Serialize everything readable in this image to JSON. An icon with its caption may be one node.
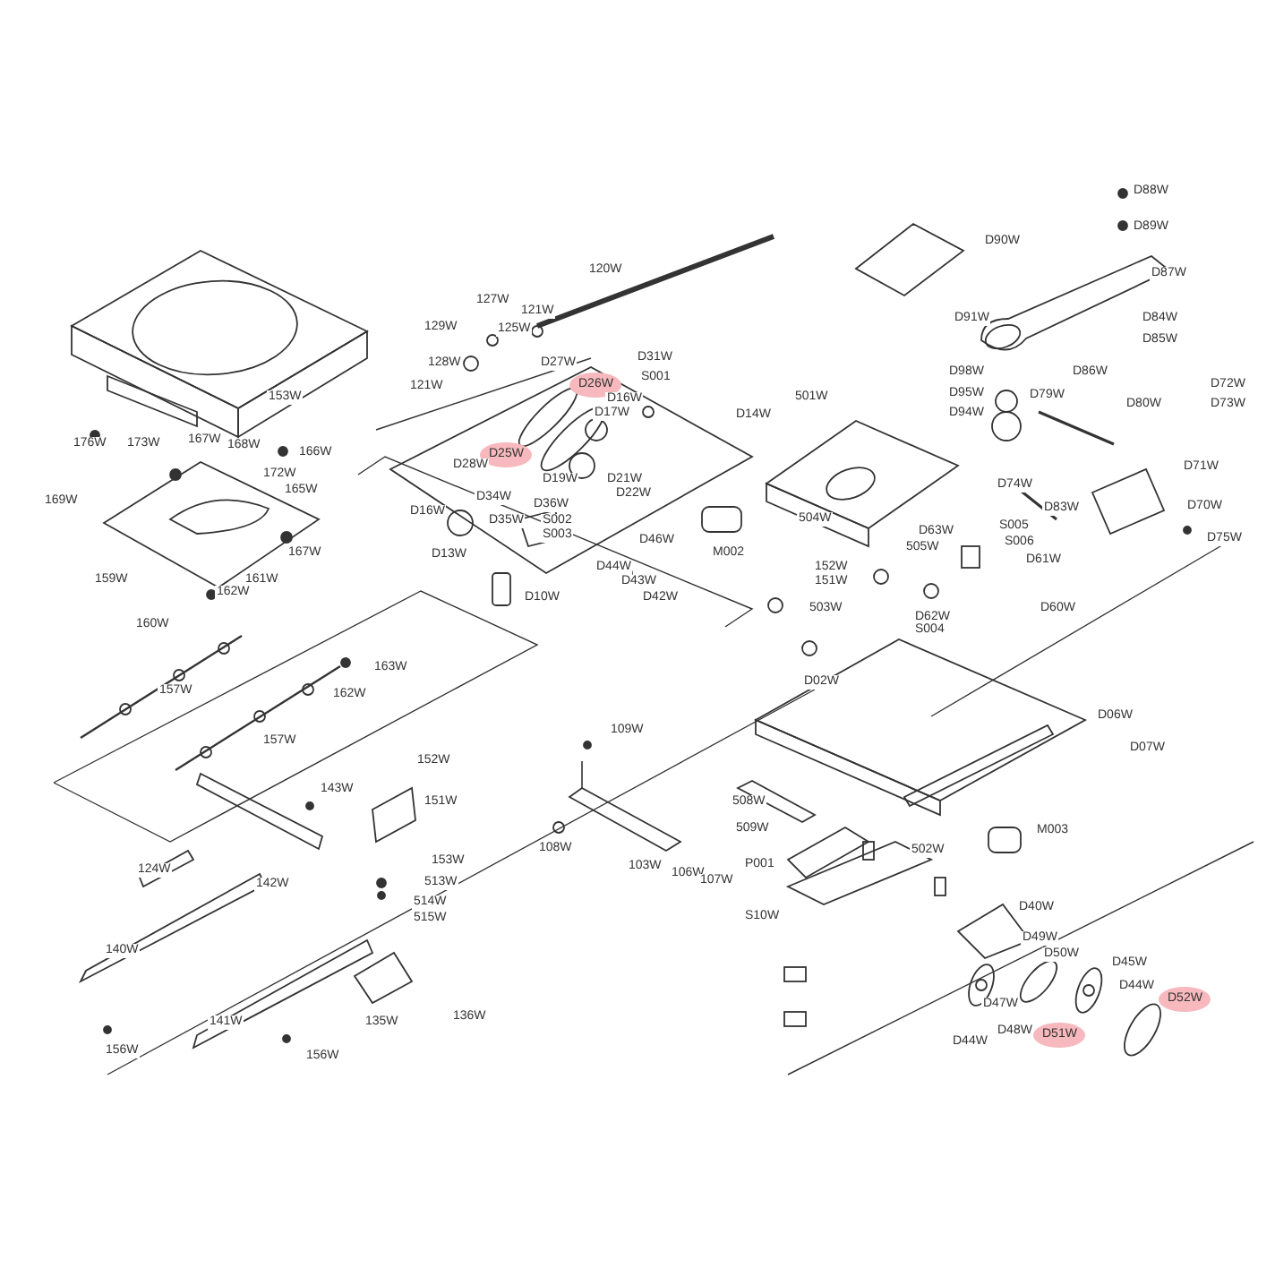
{
  "diagram": {
    "nodes": [
      {
        "text": [
          "D26W"
        ]
      },
      {
        "text": [
          "D25W"
        ]
      },
      {
        "text": [
          "D52W"
        ]
      },
      {
        "text": [
          "D51W"
        ]
      }
    ],
    "labels": [
      "D88W",
      "120W",
      "D89W",
      "D90W",
      "127W",
      "D87W",
      "121W",
      "D91W",
      "129W",
      "125W",
      "D84W",
      "D31W",
      "D27W",
      "128W",
      "D85W",
      "D98W",
      "S001",
      "D86W",
      "121W",
      "D72W",
      "D16W",
      "D95W",
      "D79W",
      "D73W",
      "153W",
      "D17W",
      "D14W",
      "D80W",
      "D94W",
      "501W",
      "176W",
      "173W",
      "167W",
      "168W",
      "166W",
      "D28W",
      "D71W",
      "D19W",
      "D21W",
      "D74W",
      "172W",
      "D22W",
      "D34W",
      "D36W",
      "D16W",
      "D35W",
      "D70W",
      "D83W",
      "169W",
      "165W",
      "S002",
      "504W",
      "S005",
      "S003",
      "D63W",
      "D75W",
      "D46W",
      "S006",
      "505W",
      "D13W",
      "M002",
      "167W",
      "D44W",
      "D61W",
      "152W",
      "151W",
      "D43W",
      "159W",
      "161W",
      "162W",
      "D42W",
      "D10W",
      "D62W",
      "D60W",
      "503W",
      "S004",
      "160W",
      "163W",
      "D02W",
      "157W",
      "162W",
      "D06W",
      "109W",
      "157W",
      "D07W",
      "152W",
      "143W",
      "151W",
      "508W",
      "509W",
      "M003",
      "108W",
      "103W",
      "106W",
      "107W",
      "502W",
      "P001",
      "153W",
      "124W",
      "513W",
      "142W",
      "514W",
      "D40W",
      "S10W",
      "515W",
      "D49W",
      "140W",
      "D50W",
      "D45W",
      "D44W",
      "D47W",
      "136W",
      "135W",
      "141W",
      "D48W",
      "D44W",
      "156W",
      "156W"
    ]
  }
}
